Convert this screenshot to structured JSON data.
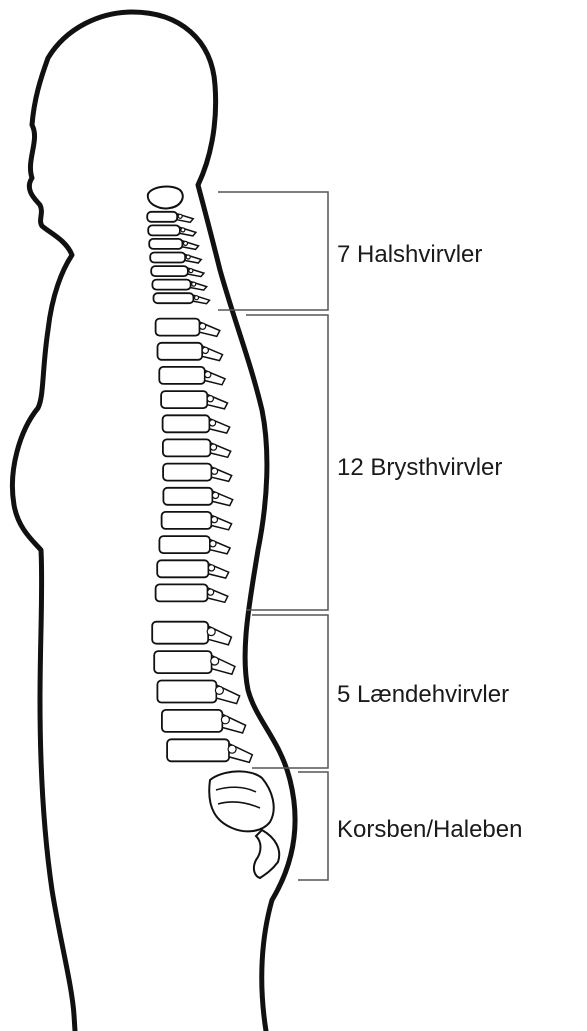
{
  "labels": [
    {
      "text": "7 Halshvirvler",
      "group": "cervical"
    },
    {
      "text": "12 Brysthvirvler",
      "group": "thoracic"
    },
    {
      "text": "5 Lændehvirvler",
      "group": "lumbar"
    },
    {
      "text": "Korsben/Haleben",
      "group": "sacrum-coccyx"
    }
  ],
  "vertebra_counts": {
    "cervical": 7,
    "thoracic": 12,
    "lumbar": 5
  },
  "colors": {
    "outline": "#111111",
    "bone_fill": "#ffffff",
    "bracket": "#555555",
    "text": "#1a1a1a"
  }
}
